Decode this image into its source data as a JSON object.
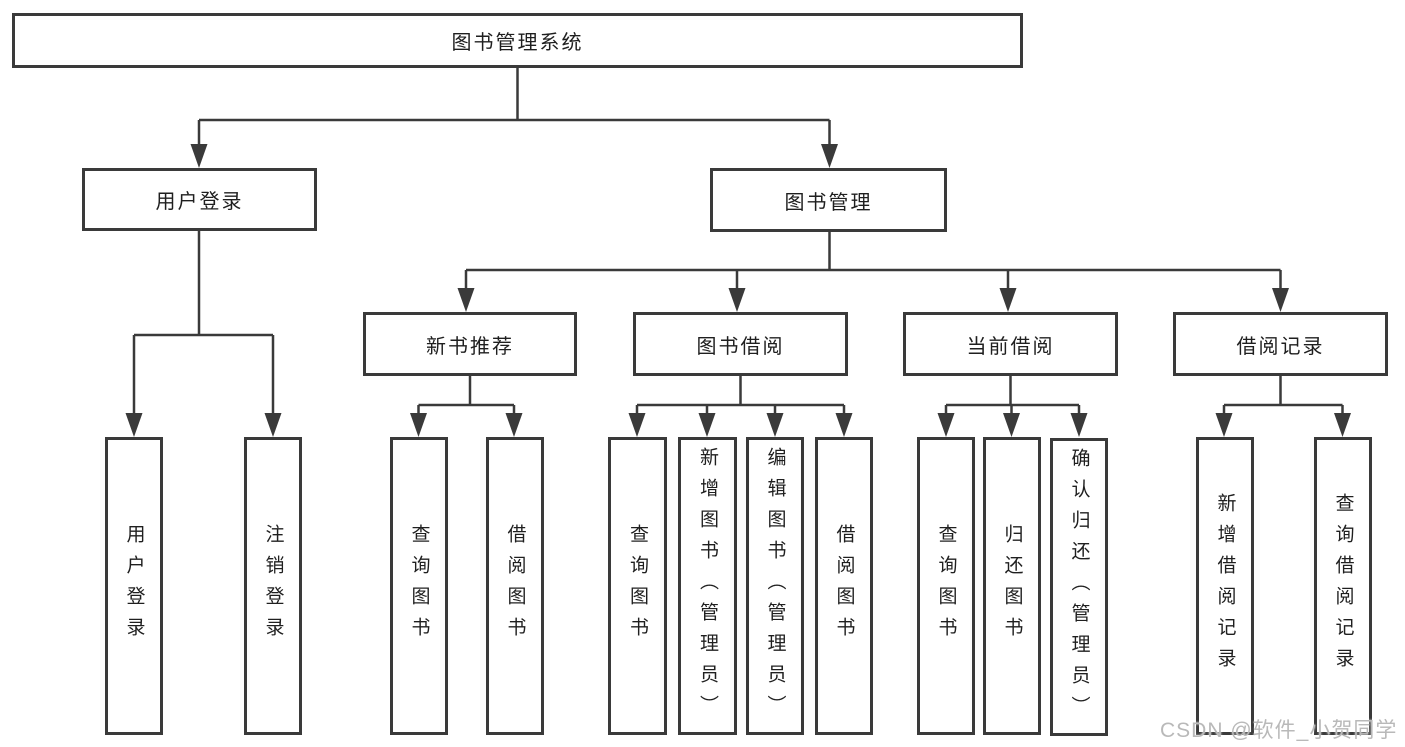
{
  "diagram": {
    "root": {
      "label": "图书管理系统"
    },
    "level2": {
      "user_login": {
        "label": "用户登录"
      },
      "book_mgmt": {
        "label": "图书管理"
      }
    },
    "level3": {
      "new_books": {
        "label": "新书推荐"
      },
      "book_borrow": {
        "label": "图书借阅"
      },
      "current_borrow": {
        "label": "当前借阅"
      },
      "borrow_records": {
        "label": "借阅记录"
      }
    },
    "leaves": {
      "user_login": [
        "用户登录",
        "注销登录"
      ],
      "new_books": [
        "查询图书",
        "借阅图书"
      ],
      "book_borrow": [
        "查询图书",
        "新增图书（管理员）",
        "编辑图书（管理员）",
        "借阅图书"
      ],
      "current_borrow": [
        "查询图书",
        "归还图书",
        "确认归还（管理员）"
      ],
      "borrow_records": [
        "新增借阅记录",
        "查询借阅记录"
      ]
    }
  },
  "watermark": {
    "text": "CSDN @软件_小贺同学"
  },
  "colors": {
    "line": "#3a3a3a",
    "text": "#1f1f1f",
    "background": "#ffffff",
    "watermark": "#b9b9b9"
  }
}
